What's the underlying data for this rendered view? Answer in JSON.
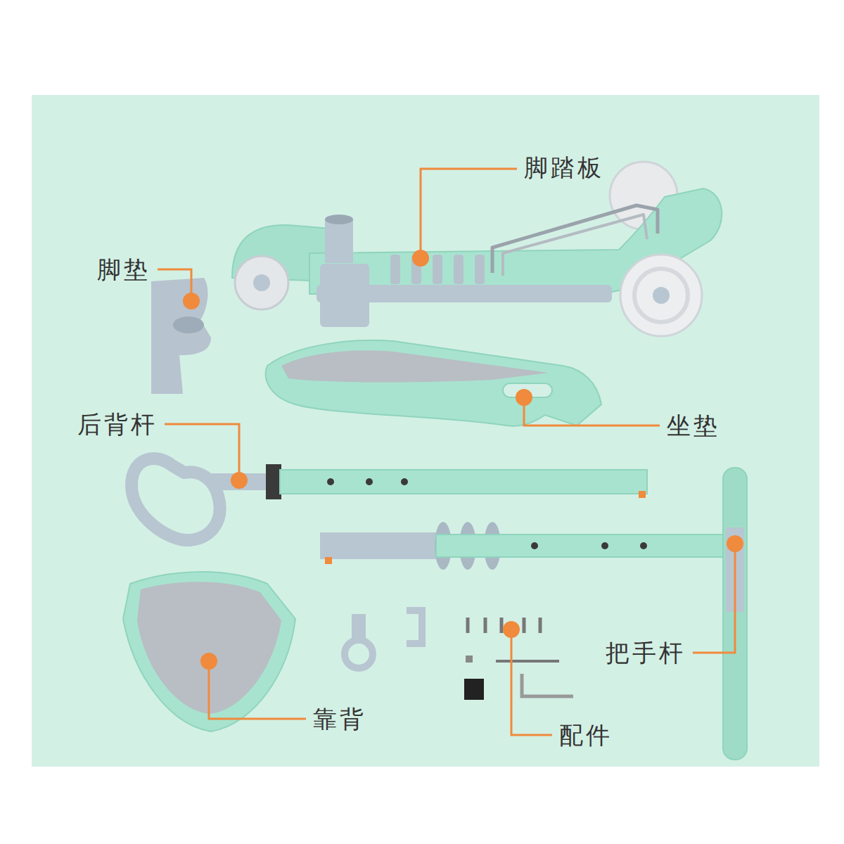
{
  "diagram": {
    "labels": [
      "脚踏板",
      "脚垫",
      "后背杆",
      "坐垫",
      "把手杆",
      "靠背",
      "配件"
    ]
  }
}
